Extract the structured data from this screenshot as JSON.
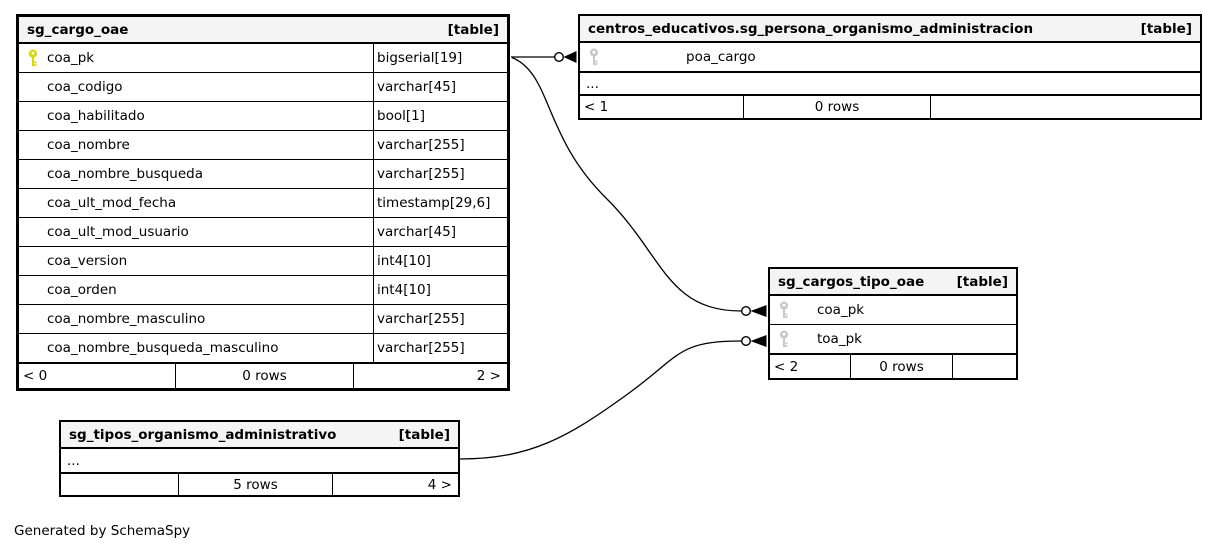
{
  "generated_by": "Generated by SchemaSpy",
  "colors": {
    "primary_key": "#d6d600",
    "foreign_key": "#c8c8c8",
    "header_bg": "#f4f4f4",
    "line": "#000000",
    "background": "#ffffff"
  },
  "tables": {
    "cargo": {
      "title": "sg_cargo_oae",
      "tag": "[table]",
      "columns": [
        {
          "name": "coa_pk",
          "type": "bigserial[19]",
          "key": "primary"
        },
        {
          "name": "coa_codigo",
          "type": "varchar[45]"
        },
        {
          "name": "coa_habilitado",
          "type": "bool[1]"
        },
        {
          "name": "coa_nombre",
          "type": "varchar[255]"
        },
        {
          "name": "coa_nombre_busqueda",
          "type": "varchar[255]"
        },
        {
          "name": "coa_ult_mod_fecha",
          "type": "timestamp[29,6]"
        },
        {
          "name": "coa_ult_mod_usuario",
          "type": "varchar[45]"
        },
        {
          "name": "coa_version",
          "type": "int4[10]"
        },
        {
          "name": "coa_orden",
          "type": "int4[10]"
        },
        {
          "name": "coa_nombre_masculino",
          "type": "varchar[255]"
        },
        {
          "name": "coa_nombre_busqueda_masculino",
          "type": "varchar[255]"
        }
      ],
      "footer": {
        "left": "< 0",
        "center": "0 rows",
        "right": "2 >"
      }
    },
    "persona": {
      "title": "centros_educativos.sg_persona_organismo_administracion",
      "tag": "[table]",
      "columns": [
        {
          "name": "poa_cargo",
          "key": "foreign"
        }
      ],
      "ellipsis": "...",
      "footer": {
        "left": "< 1",
        "center": "0 rows",
        "right": ""
      }
    },
    "cargos_tipo": {
      "title": "sg_cargos_tipo_oae",
      "tag": "[table]",
      "columns": [
        {
          "name": "coa_pk",
          "key": "foreign"
        },
        {
          "name": "toa_pk",
          "key": "foreign"
        }
      ],
      "footer": {
        "left": "< 2",
        "center": "0 rows",
        "right": ""
      }
    },
    "tipos_organismo": {
      "title": "sg_tipos_organismo_administrativo",
      "tag": "[table]",
      "ellipsis": "...",
      "footer": {
        "left": "",
        "center": "5 rows",
        "right": "4 >"
      }
    }
  }
}
